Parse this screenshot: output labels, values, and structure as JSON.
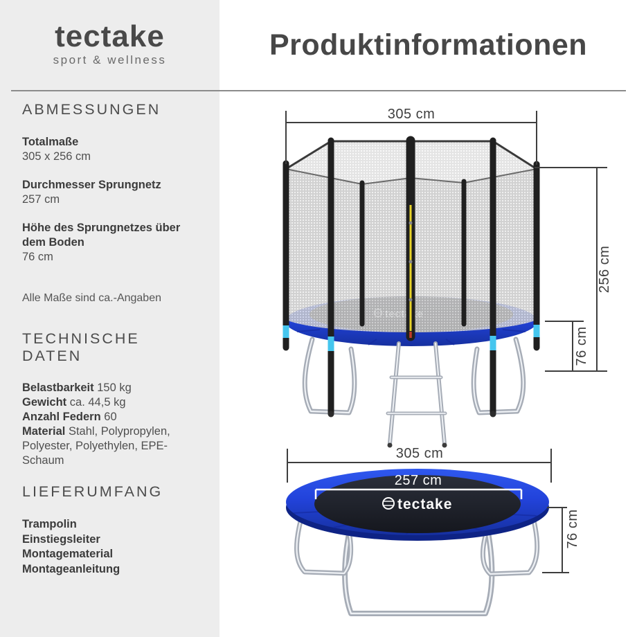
{
  "brand": {
    "name": "tectake",
    "subtitle": "sport & wellness",
    "mat_logo": "tectake"
  },
  "header": {
    "title": "Produktinformationen"
  },
  "sidebar": {
    "sections": [
      {
        "heading": "ABMESSUNGEN",
        "items": [
          {
            "label": "Totalmaße",
            "value": "305 x 256 cm"
          },
          {
            "label": "Durchmesser Sprungnetz",
            "value": "257 cm"
          },
          {
            "label": "Höhe des Sprungnetzes über dem Boden",
            "value": "76 cm"
          }
        ],
        "note": "Alle Maße sind ca.-Angaben"
      },
      {
        "heading": "TECHNISCHE DATEN",
        "specs": [
          {
            "label": "Belastbarkeit",
            "value": "150 kg"
          },
          {
            "label": "Gewicht",
            "value": "ca. 44,5 kg"
          },
          {
            "label": "Anzahl Federn",
            "value": "60"
          },
          {
            "label": "Material",
            "value": "Stahl, Polypropylen, Polyester,  Polyethylen, EPE-Schaum"
          }
        ]
      },
      {
        "heading": "LIEFERUMFANG",
        "list": [
          "Trampolin",
          "Einstiegsleiter",
          "Montagematerial",
          "Montageanleitung"
        ]
      }
    ]
  },
  "diagram": {
    "top": {
      "width_label": "305 cm",
      "height_label": "256 cm",
      "pad_height_label": "76 cm"
    },
    "bottom": {
      "width_label": "305 cm",
      "mat_width_label": "257 cm",
      "pad_height_label": "76 cm"
    }
  },
  "colors": {
    "accent_blue": "#2243db",
    "mat_dark": "#1a1d26",
    "panel_gray": "#ededed",
    "divider_gray": "#8b8b8b",
    "text_dark": "#3c3c3c",
    "cyan_accent": "#45c6ee",
    "zipper_yellow": "#e8d32a"
  }
}
